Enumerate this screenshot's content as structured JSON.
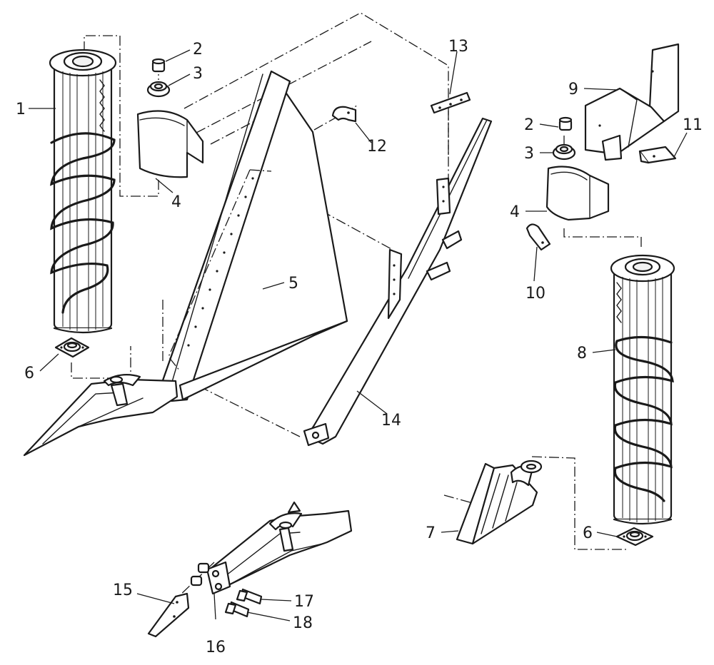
{
  "figure": {
    "callouts": {
      "c1": "1",
      "c2a": "2",
      "c3a": "3",
      "c4a": "4",
      "c5": "5",
      "c6a": "6",
      "c13": "13",
      "c12": "12",
      "c14": "14",
      "c9": "9",
      "c2b": "2",
      "c3b": "3",
      "c11": "11",
      "c4b": "4",
      "c10": "10",
      "c8": "8",
      "c6b": "6",
      "c7": "7",
      "c15": "15",
      "c16": "16",
      "c17": "17",
      "c18": "18"
    }
  }
}
